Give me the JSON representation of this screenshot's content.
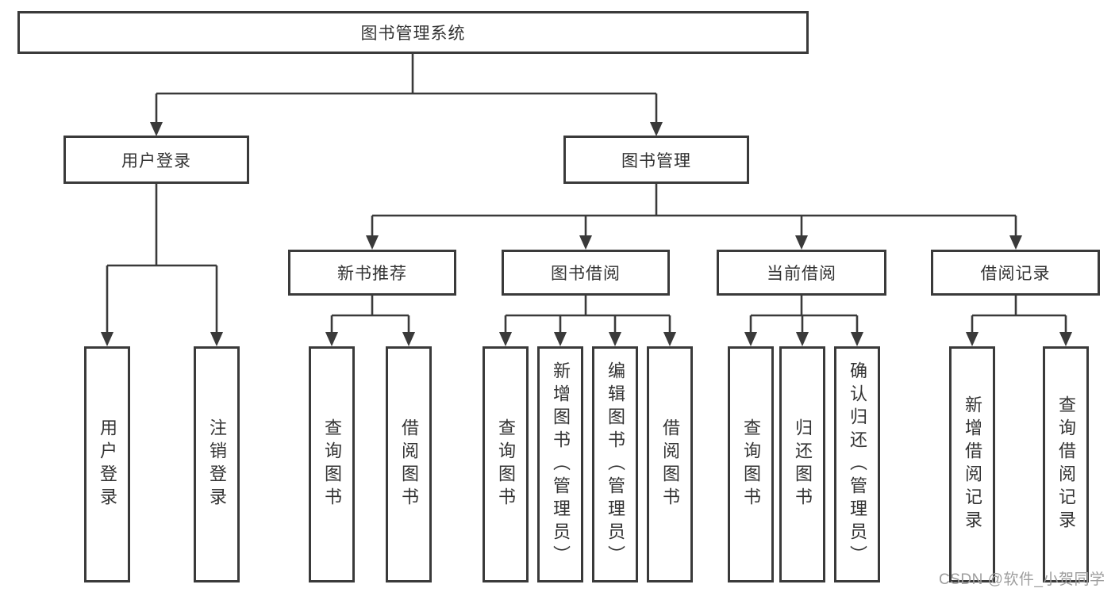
{
  "diagram": {
    "title": "图书管理系统",
    "tree": {
      "root": {
        "label": "图书管理系统"
      },
      "branches": [
        {
          "label": "用户登录",
          "children": [
            {
              "label": "用户登录"
            },
            {
              "label": "注销登录"
            }
          ]
        },
        {
          "label": "图书管理",
          "children": [
            {
              "label": "新书推荐",
              "children": [
                {
                  "label": "查询图书"
                },
                {
                  "label": "借阅图书"
                }
              ]
            },
            {
              "label": "图书借阅",
              "children": [
                {
                  "label": "查询图书"
                },
                {
                  "label": "新增图书（管理员）"
                },
                {
                  "label": "编辑图书（管理员）"
                },
                {
                  "label": "借阅图书"
                }
              ]
            },
            {
              "label": "当前借阅",
              "children": [
                {
                  "label": "查询图书"
                },
                {
                  "label": "归还图书"
                },
                {
                  "label": "确认归还（管理员）"
                }
              ]
            },
            {
              "label": "借阅记录",
              "children": [
                {
                  "label": "新增借阅记录"
                },
                {
                  "label": "查询借阅记录"
                }
              ]
            }
          ]
        }
      ]
    },
    "colors": {
      "line": "#3a3a3a",
      "box_border": "#3a3a3a",
      "box_fill": "#ffffff",
      "text": "#333333",
      "watermark": "#9d9d9d"
    },
    "watermark": {
      "text": "CSDN @软件_小贺同学"
    }
  }
}
